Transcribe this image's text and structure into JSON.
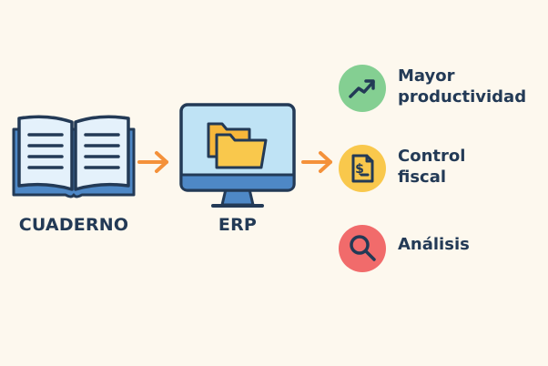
{
  "nodes": {
    "cuaderno": {
      "label": "CUADERNO",
      "icon": "open-book-icon"
    },
    "erp": {
      "label": "ERP",
      "icon": "monitor-with-folders-icon"
    }
  },
  "benefits": [
    {
      "line1": "Mayor",
      "line2": "productividad",
      "icon": "trend-up-icon",
      "color": "#84cf92"
    },
    {
      "line1": "Control",
      "line2": "fiscal",
      "icon": "invoice-dollar-icon",
      "color": "#f9c84c"
    },
    {
      "line1": "Análisis",
      "line2": "",
      "icon": "magnifier-icon",
      "color": "#f16b6b"
    }
  ],
  "colors": {
    "background": "#fdf8ee",
    "outline": "#233a56",
    "arrow": "#f4913a",
    "book_fill": "#e4f1fb",
    "screen_fill": "#bfe3f5",
    "folder": "#f9c84c"
  }
}
